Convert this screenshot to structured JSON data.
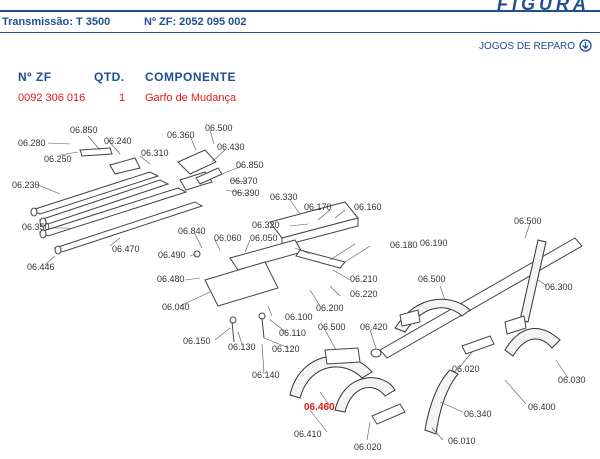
{
  "header": {
    "figura": "FIGURA",
    "transmission": "Transmissão: T 3500",
    "zf_number": "Nº ZF: 2052 095 002",
    "repair_kits": "JOGOS DE REPARO"
  },
  "table": {
    "headers": {
      "zf": "Nº ZF",
      "qty": "QTD.",
      "component": "COMPONENTE"
    },
    "rows": [
      {
        "zf": "0092 306 016",
        "qty": "1",
        "component": "Garfo de Mudança"
      }
    ]
  },
  "diagram": {
    "labels": {
      "l06850a": "06.850",
      "l06280": "06.280",
      "l06240": "06.240",
      "l06250": "06.250",
      "l06310": "06.310",
      "l06360": "06.360",
      "l06500a": "06.500",
      "l06430": "06.430",
      "l06850b": "06.850",
      "l06370": "06.370",
      "l06390": "06.390",
      "l06230": "06.230",
      "l06330": "06.330",
      "l06170": "06.170",
      "l06160": "06.160",
      "l06320": "06.320",
      "l06350": "06.350",
      "l06840": "06.840",
      "l06060": "06.060",
      "l06050": "06.050",
      "l06180": "06.180",
      "l06190": "06.190",
      "l06470": "06.470",
      "l06446": "06.446",
      "l06490": "06.490",
      "l06210": "06.210",
      "l06220": "06.220",
      "l06480": "06.480",
      "l06500b": "06.500",
      "l06500c": "06.500",
      "l06300": "06.300",
      "l06040": "06.040",
      "l06200": "06.200",
      "l06100": "06.100",
      "l06110": "06.110",
      "l06120": "06.120",
      "l06150": "06.150",
      "l06130": "06.130",
      "l06500d": "06.500",
      "l06420": "06.420",
      "l06140": "06.140",
      "l06020a": "06.020",
      "l06030": "06.030",
      "l06460": "06.460",
      "l06400": "06.400",
      "l06340": "06.340",
      "l06410": "06.410",
      "l06010": "06.010",
      "l06020b": "06.020"
    }
  }
}
